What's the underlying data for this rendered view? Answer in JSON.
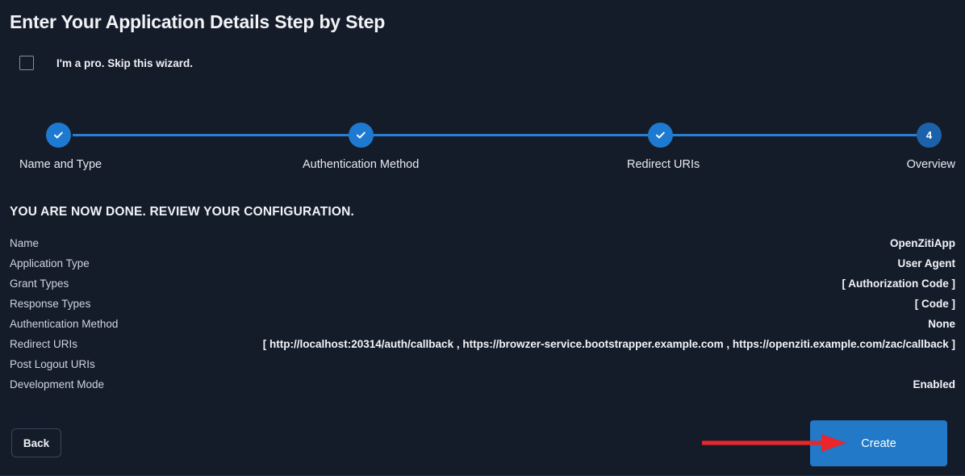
{
  "page": {
    "title": "Enter Your Application Details Step by Step",
    "skip": {
      "label": "I'm a pro. Skip this wizard.",
      "checked": false,
      "checkbox_icon": "checkbox-empty-icon"
    }
  },
  "stepper": {
    "steps": [
      {
        "index": "1",
        "label": "Name and Type",
        "state": "complete",
        "icon": "check-icon"
      },
      {
        "index": "2",
        "label": "Authentication Method",
        "state": "complete",
        "icon": "check-icon"
      },
      {
        "index": "3",
        "label": "Redirect URIs",
        "state": "complete",
        "icon": "check-icon"
      },
      {
        "index": "4",
        "label": "Overview",
        "state": "current",
        "icon": "step-number"
      }
    ]
  },
  "review": {
    "heading": "YOU ARE NOW DONE. REVIEW YOUR CONFIGURATION.",
    "rows": [
      {
        "key": "Name",
        "value": "OpenZitiApp"
      },
      {
        "key": "Application Type",
        "value": "User Agent"
      },
      {
        "key": "Grant Types",
        "value": "[ Authorization Code ]"
      },
      {
        "key": "Response Types",
        "value": "[ Code ]"
      },
      {
        "key": "Authentication Method",
        "value": "None"
      },
      {
        "key": "Redirect URIs",
        "value": "[ http://localhost:20314/auth/callback , https://browzer-service.bootstrapper.example.com , https://openziti.example.com/zac/callback ]"
      },
      {
        "key": "Post Logout URIs",
        "value": ""
      },
      {
        "key": "Development Mode",
        "value": "Enabled"
      }
    ]
  },
  "footer": {
    "back_label": "Back",
    "create_label": "Create"
  },
  "annotation": {
    "arrow_icon": "red-arrow-right-icon",
    "arrow_color": "#e8262c"
  },
  "colors": {
    "background": "#151c29",
    "accent_blue": "#1e7ad1",
    "step_current_blue": "#1c62ab",
    "line_blue": "#2a7fd4",
    "primary_button": "#2179c7",
    "text_primary": "#f1f3f7",
    "text_secondary": "#cfd5de",
    "annotation_red": "#e8262c"
  }
}
